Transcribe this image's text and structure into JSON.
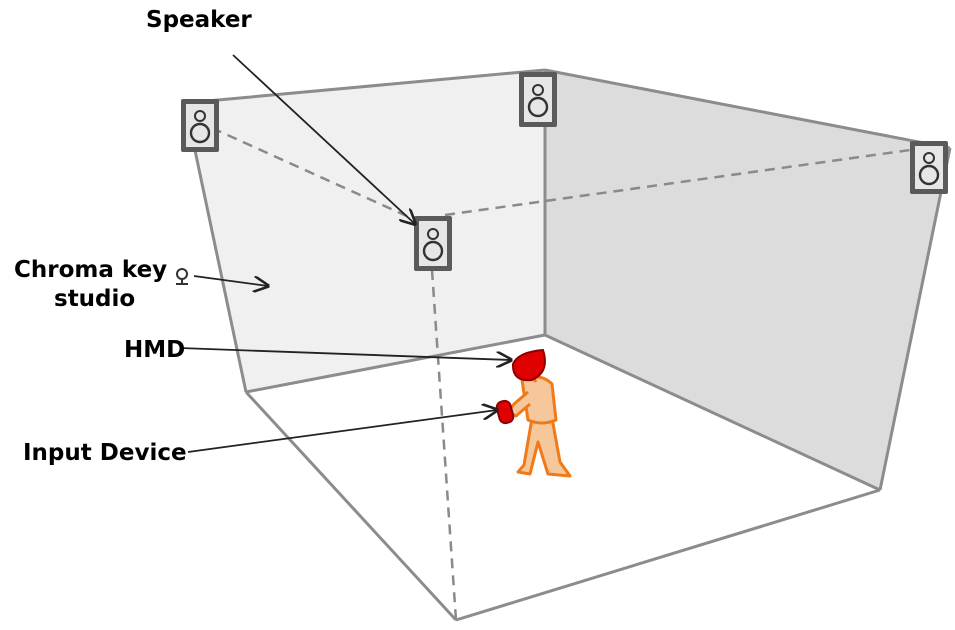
{
  "labels": {
    "speaker": "Speaker",
    "chroma_line1": "Chroma key",
    "chroma_line2": "studio",
    "hmd": "HMD",
    "input_device": "Input Device"
  },
  "colors": {
    "back_wall": "#dcdcdc",
    "side_wall": "#f0f0f0",
    "floor": "#ffffff",
    "edge": "#8c8c8c",
    "dashed": "#8a8a8a",
    "speaker_fill": "#5a5a5a",
    "speaker_face": "#e6e6e6",
    "person_fill": "#f6c79a",
    "person_stroke": "#f07a1a",
    "hmd": "#e00000",
    "arrow": "#222222"
  },
  "icons": [
    "speaker-icon",
    "person-figure",
    "hmd-icon",
    "input-device-icon"
  ]
}
